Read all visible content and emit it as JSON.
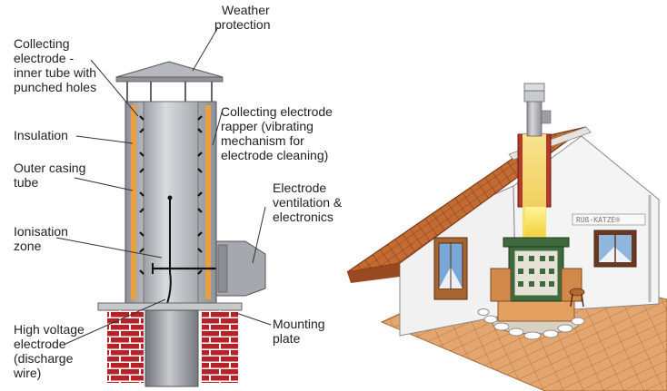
{
  "labels": {
    "weather_protection": [
      "Weather",
      "protection"
    ],
    "collecting_electrode": [
      "Collecting",
      "electrode -",
      "inner tube with",
      "punched holes"
    ],
    "insulation": [
      "Insulation"
    ],
    "outer_casing": [
      "Outer casing",
      "tube"
    ],
    "ionisation_zone": [
      "Ionisation",
      "zone"
    ],
    "high_voltage_electrode": [
      "High voltage",
      "electrode",
      "(discharge",
      "wire)"
    ],
    "electrode_rapper": [
      "Collecting electrode",
      "rapper (vibrating",
      "mechanism for",
      "electrode cleaning)"
    ],
    "electrode_ventilation": [
      "Electrode",
      "ventilation &",
      "electronics"
    ],
    "mounting_plate": [
      "Mounting",
      "plate"
    ]
  },
  "house_sign": "RUß-KATZE®",
  "colors": {
    "tube": "#b4b6bb",
    "tube_dark": "#8e9196",
    "insulation": "#e8a043",
    "brick": "#b52227",
    "roof": "#b8622c",
    "floor": "#e0a06a",
    "wall": "#f1f1f1",
    "stove_green": "#3f6a3e"
  }
}
